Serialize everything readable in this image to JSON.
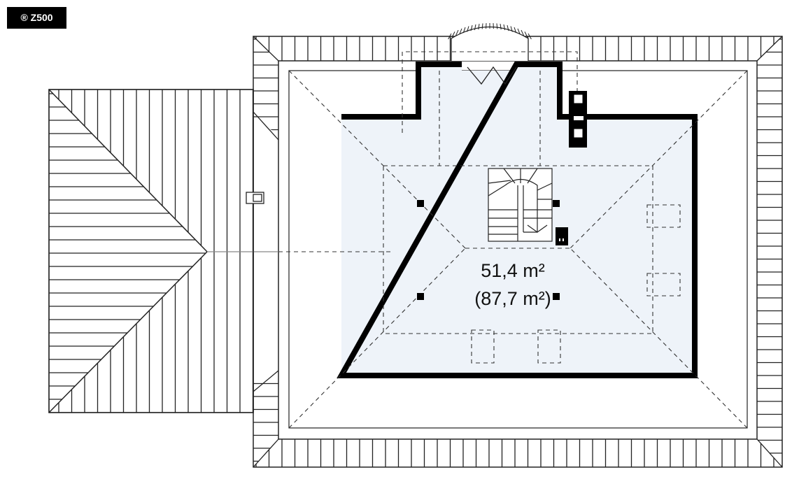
{
  "badge": {
    "text": "® Z500"
  },
  "areas": {
    "net": "51,4 m²",
    "gross": "(87,7 m²)"
  },
  "colors": {
    "room_fill": "#eef3f9",
    "wall": "#000000",
    "line": "#222222",
    "badge_bg": "#000000"
  }
}
